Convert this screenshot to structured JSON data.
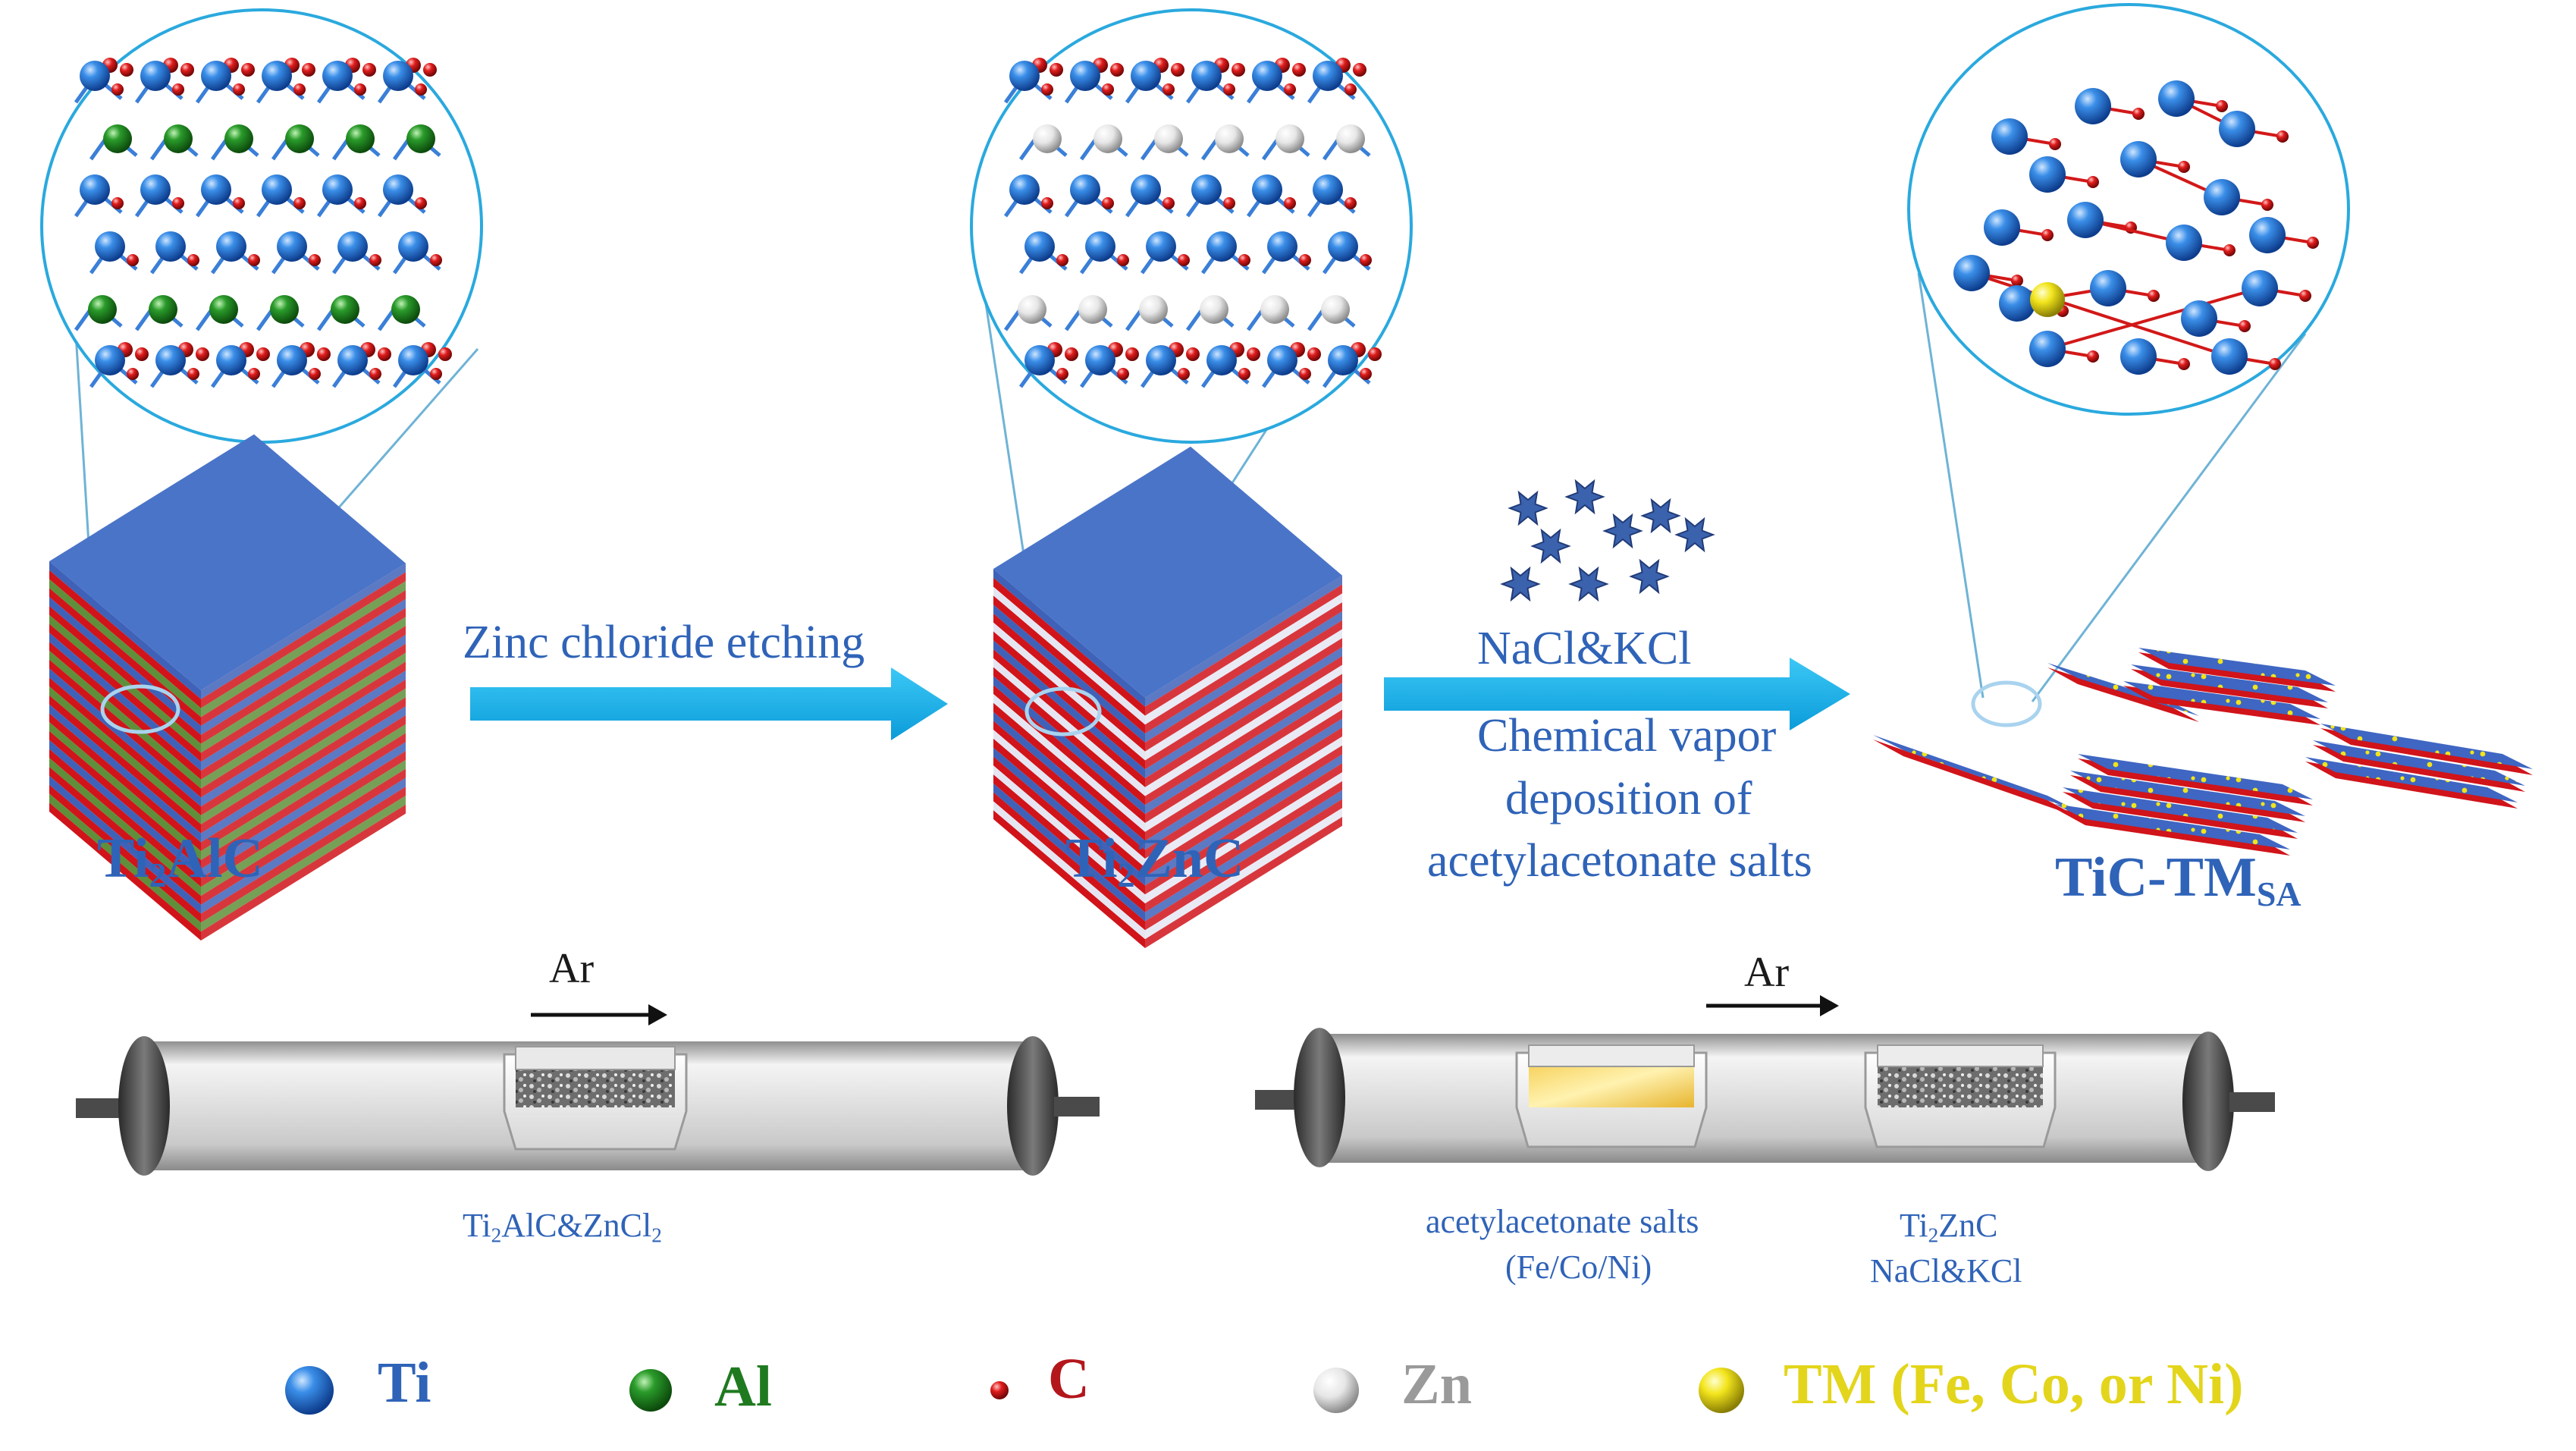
{
  "materials": {
    "ti2alc": {
      "main": "Ti",
      "sub": "2",
      "rest": "AlC"
    },
    "ti2znc": {
      "main": "Ti",
      "sub": "2",
      "rest": "ZnC"
    },
    "tic_tm": {
      "main": "TiC-TM",
      "sub": "SA"
    }
  },
  "step1": {
    "label": "Zinc chloride etching"
  },
  "step2": {
    "salt": "NaCl&KCl",
    "line1": "Chemical vapor",
    "line2": "deposition of",
    "line3": "acetylacetonate salts"
  },
  "furnace1": {
    "gas": "Ar",
    "boat_a": "Ti",
    "boat_sub1": "2",
    "boat_b": "AlC&ZnCl",
    "boat_sub2": "2"
  },
  "furnace2": {
    "gas": "Ar",
    "boat1_line1": "acetylacetonate salts",
    "boat1_line2": "(Fe/Co/Ni)",
    "boat2_a": "Ti",
    "boat2_sub": "2",
    "boat2_b": "ZnC",
    "boat2_line2": "NaCl&KCl"
  },
  "legend": [
    {
      "label": "Ti",
      "color": "#2f63b8"
    },
    {
      "label": "Al",
      "color": "#1f7a1f"
    },
    {
      "label": "C",
      "color": "#b3161b"
    },
    {
      "label": "Zn",
      "color": "#9a9a9a"
    },
    {
      "label": "TM (Fe, Co, or Ni)",
      "color": "#e3d51b"
    }
  ],
  "colors": {
    "ti": "#2f6fd6",
    "al": "#1f8a1f",
    "c": "#d01515",
    "zn": "#d8d8d8",
    "tm": "#f2e41a",
    "arrow": "#12b0ec",
    "layer_top": "#4a74c8"
  }
}
